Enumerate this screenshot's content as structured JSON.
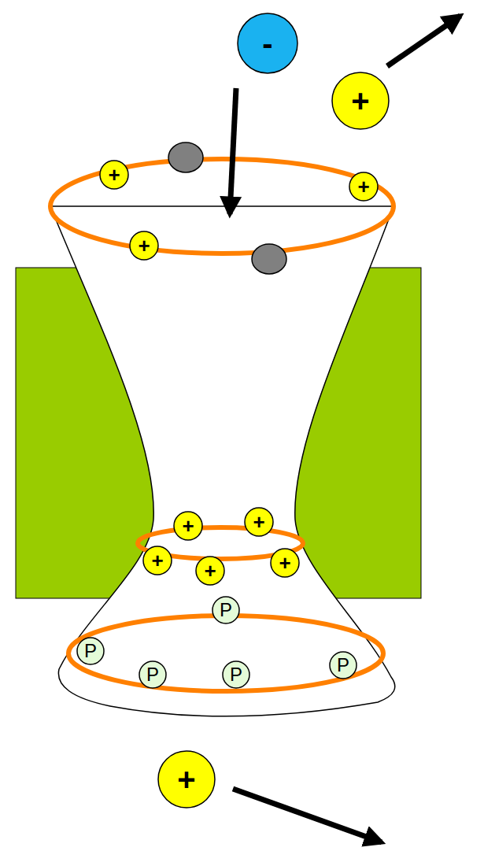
{
  "diagram": {
    "nodes": [
      {
        "text": [
          "-"
        ]
      },
      {
        "text": [
          "+"
        ]
      },
      {
        "text": [
          "+"
        ]
      },
      {
        "text": [
          "+"
        ]
      },
      {
        "text": [
          "+"
        ]
      },
      {
        "text": [
          "+"
        ]
      },
      {
        "text": [
          "+"
        ]
      },
      {
        "text": [
          "+"
        ]
      },
      {
        "text": [
          "+"
        ]
      },
      {
        "text": [
          "+"
        ]
      },
      {
        "text": [
          "P"
        ]
      },
      {
        "text": [
          "P"
        ]
      },
      {
        "text": [
          "P"
        ]
      },
      {
        "text": [
          "P"
        ]
      },
      {
        "text": [
          "P"
        ]
      },
      {
        "text": [
          "+"
        ]
      }
    ]
  }
}
